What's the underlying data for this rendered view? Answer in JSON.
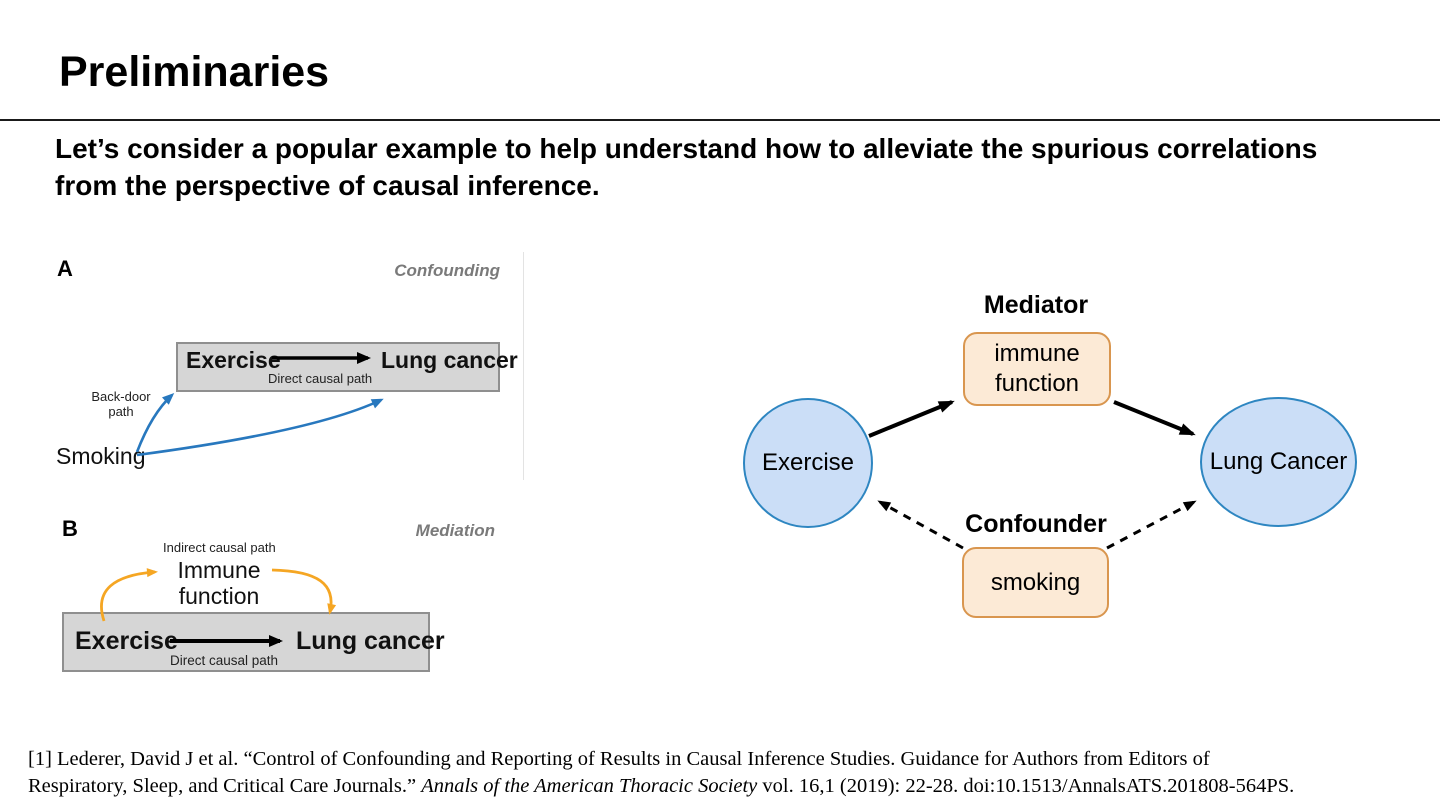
{
  "slide": {
    "title": "Preliminaries",
    "intro_line1": "Let’s consider a popular example to help understand how to alleviate the spurious correlations",
    "intro_line2": "from the perspective of causal inference."
  },
  "figure_a": {
    "panel_label": "A",
    "panel_tag": "Confounding",
    "exposure": "Exercise",
    "outcome": "Lung cancer",
    "direct_path_caption": "Direct causal path",
    "backdoor_label": "Back-door path",
    "confounder": "Smoking"
  },
  "figure_b": {
    "panel_label": "B",
    "panel_tag": "Mediation",
    "indirect_path_caption": "Indirect causal path",
    "mediator": "Immune function",
    "exposure": "Exercise",
    "outcome": "Lung cancer",
    "direct_path_caption": "Direct causal path"
  },
  "diagram": {
    "mediator_label": "Mediator",
    "mediator_node": "immune function",
    "exposure_node": "Exercise",
    "outcome_node": "Lung Cancer",
    "confounder_label": "Confounder",
    "confounder_node": "smoking",
    "colors": {
      "node_fill": "#cbdef7",
      "node_stroke": "#2e86c1",
      "box_fill": "#fcead6",
      "box_stroke": "#d9964f",
      "solid_arrow": "#000000",
      "dashed_arrow": "#000000",
      "backdoor_arrow_blue": "#2878be",
      "indirect_arrow_orange": "#f5a623",
      "figure_box_gray": "#d6d6d6"
    }
  },
  "citation": {
    "line1": "[1] Lederer, David J et al. “Control of Confounding and Reporting of Results in Causal Inference Studies. Guidance for Authors from Editors of",
    "line2_prefix": "Respiratory, Sleep, and Critical Care Journals.” ",
    "line2_journal": "Annals of the American Thoracic Society",
    "line2_suffix": " vol. 16,1 (2019): 22-28. doi:10.1513/AnnalsATS.201808-564PS."
  }
}
